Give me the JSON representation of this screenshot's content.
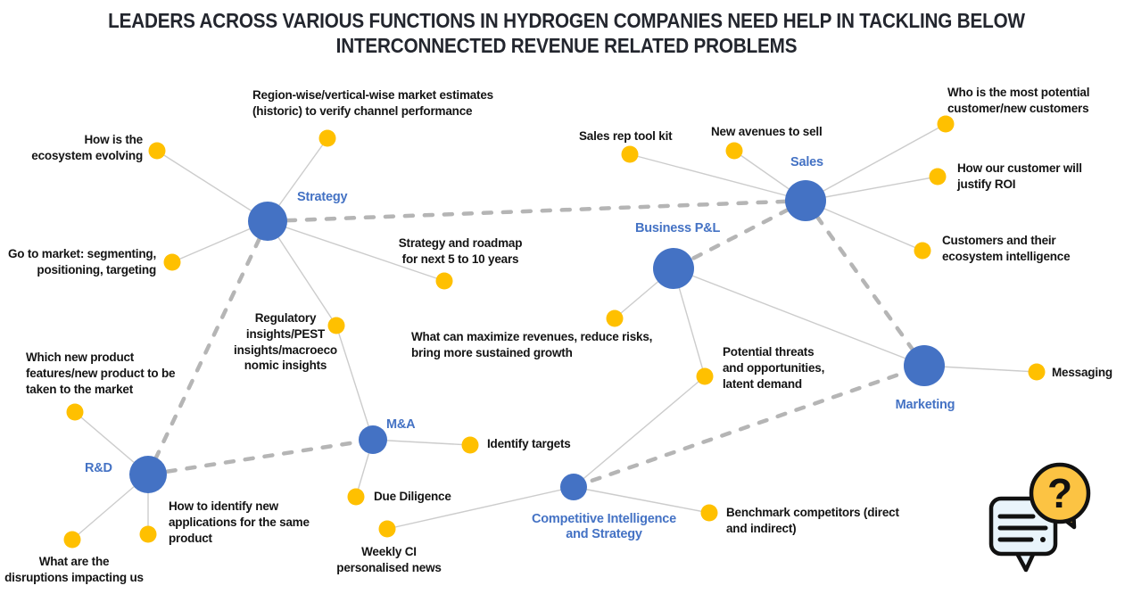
{
  "title": {
    "line1": "LEADERS ACROSS VARIOUS FUNCTIONS IN HYDROGEN COMPANIES NEED HELP IN TACKLING BELOW",
    "line2": "INTERCONNECTED REVENUE RELATED PROBLEMS"
  },
  "colors": {
    "hub": "#4472C4",
    "hub_label": "#4472C4",
    "problem_node": "#FFC000",
    "dashed_connector": "#B5B5B5",
    "solid_connector": "#CCCCCC",
    "title_text": "#23262E",
    "label_text": "#141414",
    "icon_bubble_fill": "#E9F4FB",
    "icon_question_fill": "#FCC343"
  },
  "hubs": [
    {
      "id": "strategy",
      "label": "Strategy"
    },
    {
      "id": "sales",
      "label": "Sales"
    },
    {
      "id": "business-pl",
      "label": "Business P&L"
    },
    {
      "id": "marketing",
      "label": "Marketing"
    },
    {
      "id": "ma",
      "label": "M&A"
    },
    {
      "id": "rd",
      "label": "R&D"
    },
    {
      "id": "ci",
      "label": "Competitive Intelligence\nand Strategy"
    }
  ],
  "problems": [
    {
      "label": "How is the\necosystem evolving"
    },
    {
      "label": "Region-wise/vertical-wise market estimates\n(historic) to verify channel performance"
    },
    {
      "label": "Go to market: segmenting,\npositioning, targeting"
    },
    {
      "label": "Strategy and roadmap\nfor next 5 to 10 years"
    },
    {
      "label": "Regulatory\ninsights/PEST\ninsights/macroeco\nnomic insights"
    },
    {
      "label": "Sales rep tool kit"
    },
    {
      "label": "New avenues to sell"
    },
    {
      "label": "Who is the most potential\ncustomer/new customers"
    },
    {
      "label": "How our customer will\njustify ROI"
    },
    {
      "label": "Customers and their\necosystem intelligence"
    },
    {
      "label": "What can maximize revenues, reduce risks,\nbring more sustained growth"
    },
    {
      "label": "Potential threats\nand opportunities,\nlatent demand"
    },
    {
      "label": "Messaging"
    },
    {
      "label": "Which new product\nfeatures/new product to be\ntaken to the market"
    },
    {
      "label": "Identify targets"
    },
    {
      "label": "Due Diligence"
    },
    {
      "label": "What are the\ndisruptions impacting us"
    },
    {
      "label": "How to identify new\napplications for the same\nproduct"
    },
    {
      "label": "Weekly CI\npersonalised news"
    },
    {
      "label": "Benchmark competitors (direct\nand indirect)"
    }
  ],
  "icon": {
    "name": "question-chat-icon",
    "question_glyph": "?"
  }
}
